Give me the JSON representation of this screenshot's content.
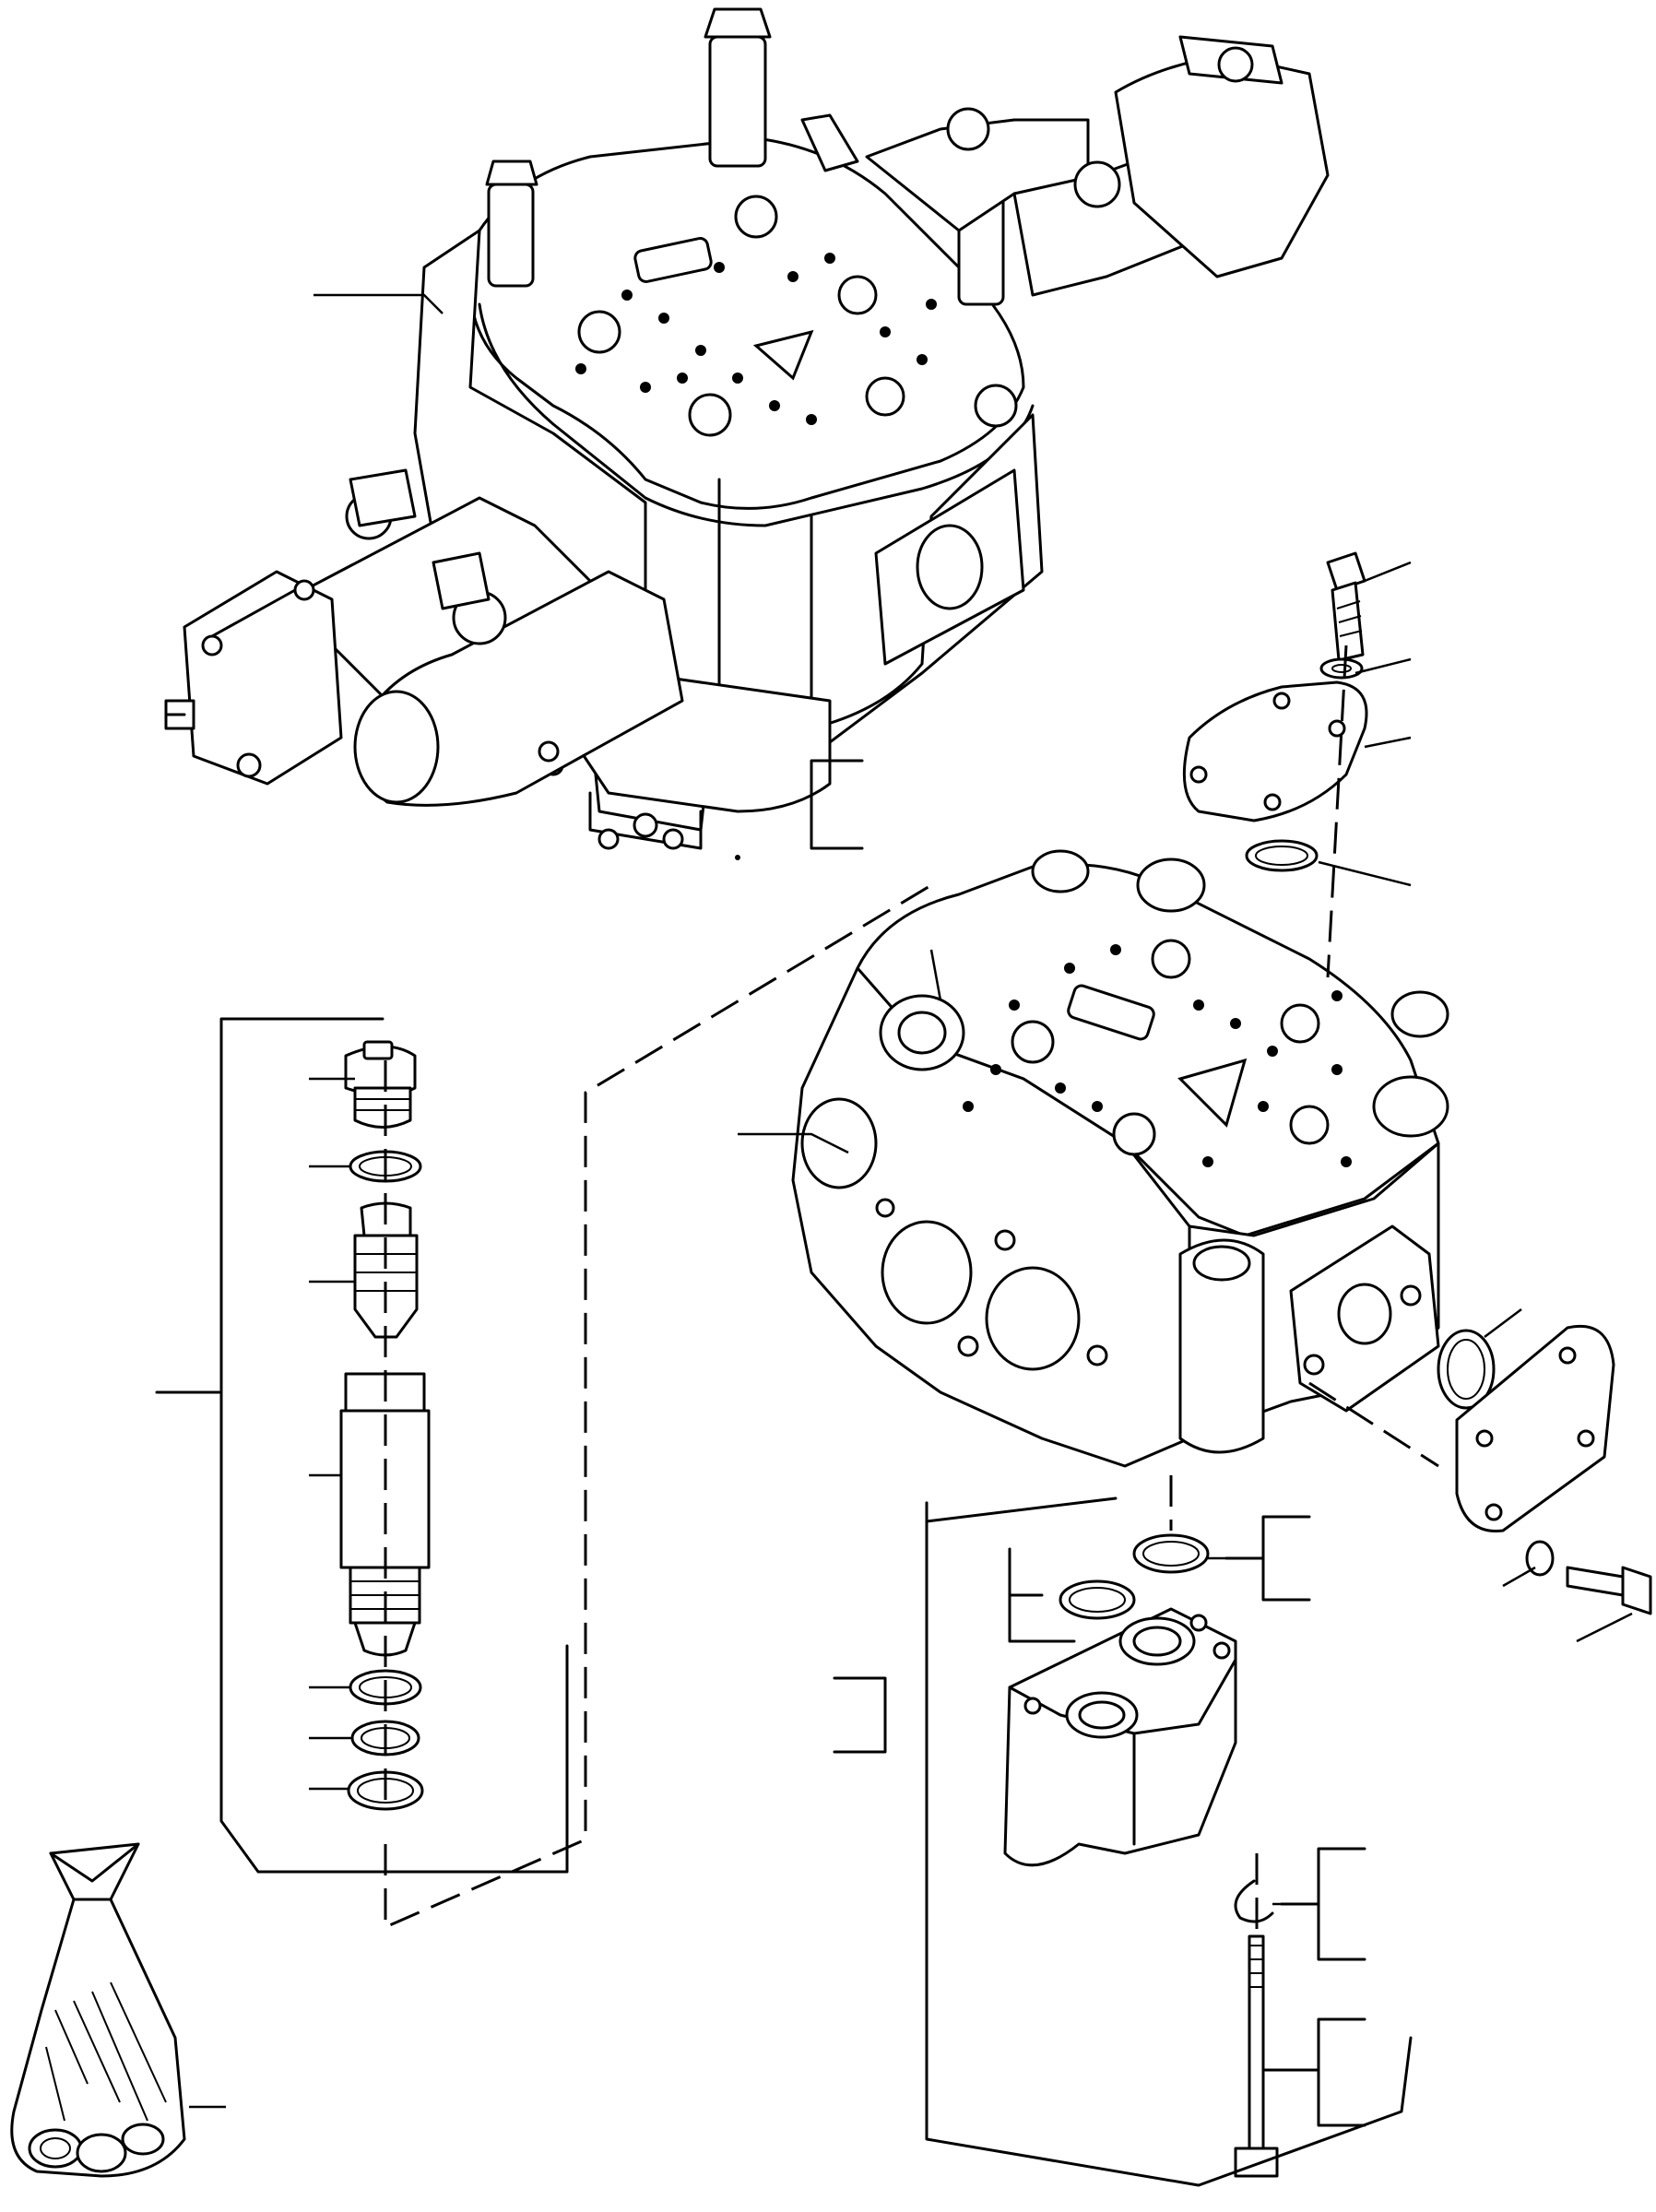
{
  "diagram": {
    "kind": "exploded parts illustration",
    "line_color": "#000000",
    "background": "#ffffff",
    "components": [
      "control-valve-assembly",
      "valve-section-body",
      "relief-valve-cartridge",
      "end-cover",
      "cap-screw",
      "lock-washer",
      "o-ring",
      "inlet-cover",
      "port-cover-plate",
      "tie-rod",
      "seal-kit-bag"
    ]
  }
}
